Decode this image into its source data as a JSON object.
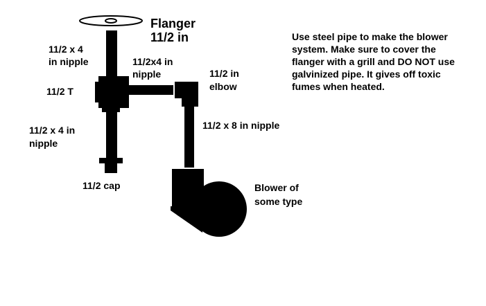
{
  "labels": {
    "flanger": "Flanger",
    "flanger_size": "11/2 in",
    "top_nipple_line1": "11/2 x 4",
    "top_nipple_line2": "in nipple",
    "side_nipple_line1": "11/2x4 in",
    "side_nipple_line2": "nipple",
    "elbow_line1": "11/2 in",
    "elbow_line2": "elbow",
    "tee": "11/2 T",
    "lower_nipple_line1": "11/2 x 4 in",
    "lower_nipple_line2": "nipple",
    "long_nipple": "11/2 x 8 in nipple",
    "cap": "11/2 cap",
    "blower_line1": "Blower of",
    "blower_line2": "some type"
  },
  "note": "Use steel pipe to make the blower system. Make sure to cover the flanger with a grill and DO NOT use galvinized pipe. It gives off toxic fumes when heated.",
  "colors": {
    "ink": "#000000",
    "background": "#ffffff"
  }
}
